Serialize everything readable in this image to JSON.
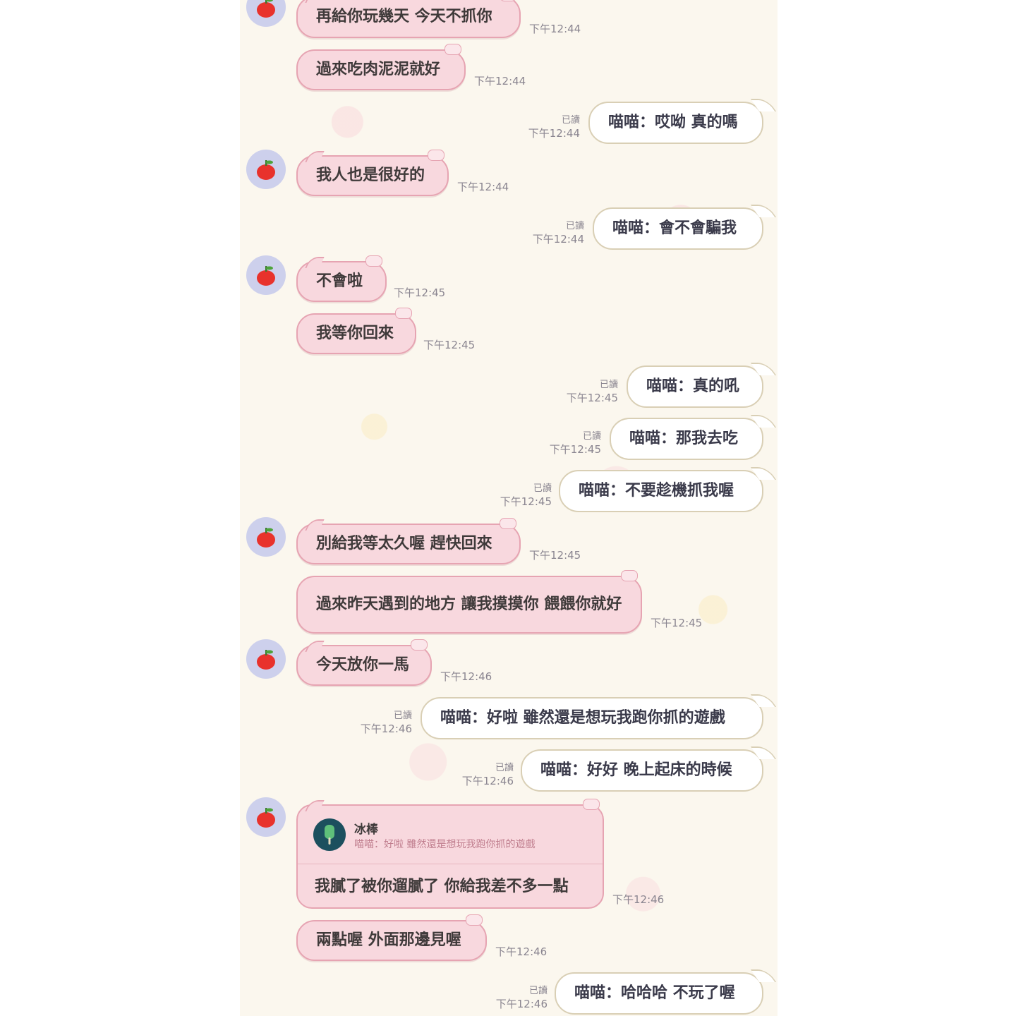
{
  "read_label": "已讀",
  "contact": {
    "avatar_icon": "apple-icon",
    "reply_sender": "冰棒",
    "reply_sender_icon": "popsicle-icon"
  },
  "messages": [
    {
      "side": "in",
      "text": "再給你玩幾天 今天不抓你",
      "time": "下午12:44"
    },
    {
      "side": "in",
      "text": "過來吃肉泥泥就好",
      "time": "下午12:44"
    },
    {
      "side": "out",
      "text": "喵喵：哎呦 真的嗎",
      "time": "下午12:44",
      "read": "已讀"
    },
    {
      "side": "in",
      "text": "我人也是很好的",
      "time": "下午12:44"
    },
    {
      "side": "out",
      "text": "喵喵：會不會騙我",
      "time": "下午12:44",
      "read": "已讀"
    },
    {
      "side": "in",
      "text": "不會啦",
      "time": "下午12:45"
    },
    {
      "side": "in",
      "text": "我等你回來",
      "time": "下午12:45"
    },
    {
      "side": "out",
      "text": "喵喵：真的吼",
      "time": "下午12:45",
      "read": "已讀"
    },
    {
      "side": "out",
      "text": "喵喵：那我去吃",
      "time": "下午12:45",
      "read": "已讀"
    },
    {
      "side": "out",
      "text": "喵喵：不要趁機抓我喔",
      "time": "下午12:45",
      "read": "已讀"
    },
    {
      "side": "in",
      "text": "別給我等太久喔 趕快回來",
      "time": "下午12:45"
    },
    {
      "side": "in",
      "text": "過來昨天遇到的地方 讓我摸摸你 餵餵你就好",
      "time": "下午12:45"
    },
    {
      "side": "in",
      "text": "今天放你一馬",
      "time": "下午12:46"
    },
    {
      "side": "out",
      "text": "喵喵：好啦 雖然還是想玩我跑你抓的遊戲",
      "time": "下午12:46",
      "read": "已讀"
    },
    {
      "side": "out",
      "text": "喵喵：好好 晚上起床的時候",
      "time": "下午12:46",
      "read": "已讀"
    },
    {
      "side": "in",
      "reply": true,
      "quoted": "喵喵：好啦 雖然還是想玩我跑你抓的遊戲",
      "text": "我膩了被你遛膩了 你給我差不多一點",
      "time": "下午12:46"
    },
    {
      "side": "in",
      "text": "兩點喔 外面那邊見喔",
      "time": "下午12:46"
    },
    {
      "side": "out",
      "text": "喵喵：哈哈哈 不玩了喔",
      "time": "下午12:46",
      "read": "已讀"
    }
  ]
}
